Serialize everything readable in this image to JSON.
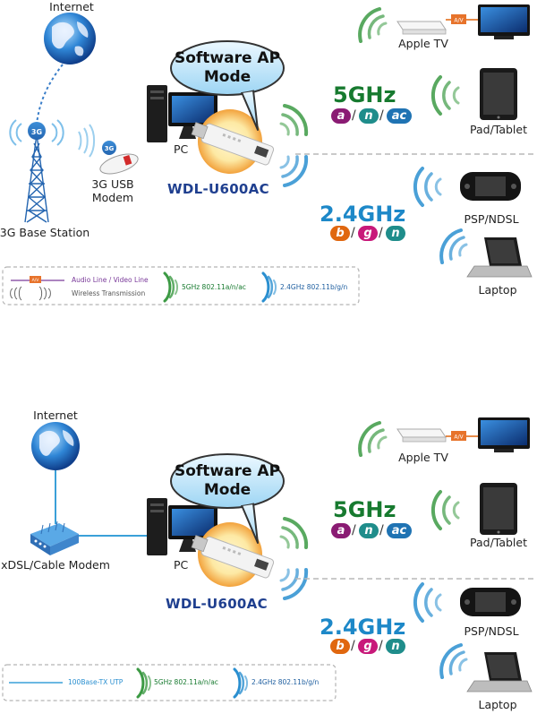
{
  "top": {
    "internet": "Internet",
    "base_station": "3G Base Station",
    "modem": "3G USB\nModem",
    "badge_3g": "3G",
    "pc": "PC",
    "bubble_line1": "Software AP",
    "bubble_line2": "Mode",
    "device": "WDL-U600AC",
    "band_5": "5GHz",
    "band_24": "2.4GHz",
    "apple_tv": "Apple TV",
    "pad": "Pad/Tablet",
    "psp": "PSP/NDSL",
    "laptop": "Laptop",
    "av_tag": "A/V",
    "legend": {
      "av_tag": "A/V",
      "line1": "Audio Line / Video Line",
      "line2": "Wireless Transmission",
      "five": "5GHz 802.11a/n/ac",
      "twofour": "2.4GHz 802.11b/g/n"
    }
  },
  "bottom": {
    "internet": "Internet",
    "modem": "xDSL/Cable Modem",
    "pc": "PC",
    "bubble_line1": "Software AP",
    "bubble_line2": "Mode",
    "device": "WDL-U600AC",
    "band_5": "5GHz",
    "band_24": "2.4GHz",
    "apple_tv": "Apple TV",
    "pad": "Pad/Tablet",
    "psp": "PSP/NDSL",
    "laptop": "Laptop",
    "av_tag": "A/V",
    "legend": {
      "line1": "100Base-TX UTP",
      "five": "5GHz 802.11a/n/ac",
      "twofour": "2.4GHz 802.11b/g/n"
    }
  },
  "protocols_5": [
    "a",
    "n",
    "ac"
  ],
  "protocols_24": [
    "b",
    "g",
    "n"
  ],
  "colors": {
    "green_5ghz": "#177a2f",
    "blue_24ghz": "#1d88c8",
    "ssid_navy": "#1f3f8f",
    "pill_purple": "#8a1b73",
    "pill_teal": "#1f8d8b",
    "pill_blue": "#1f73b3",
    "pill_orange": "#e0670f",
    "pill_magenta": "#c8197a",
    "utp_line": "#3aa0d8",
    "av_line": "#e0670f"
  }
}
